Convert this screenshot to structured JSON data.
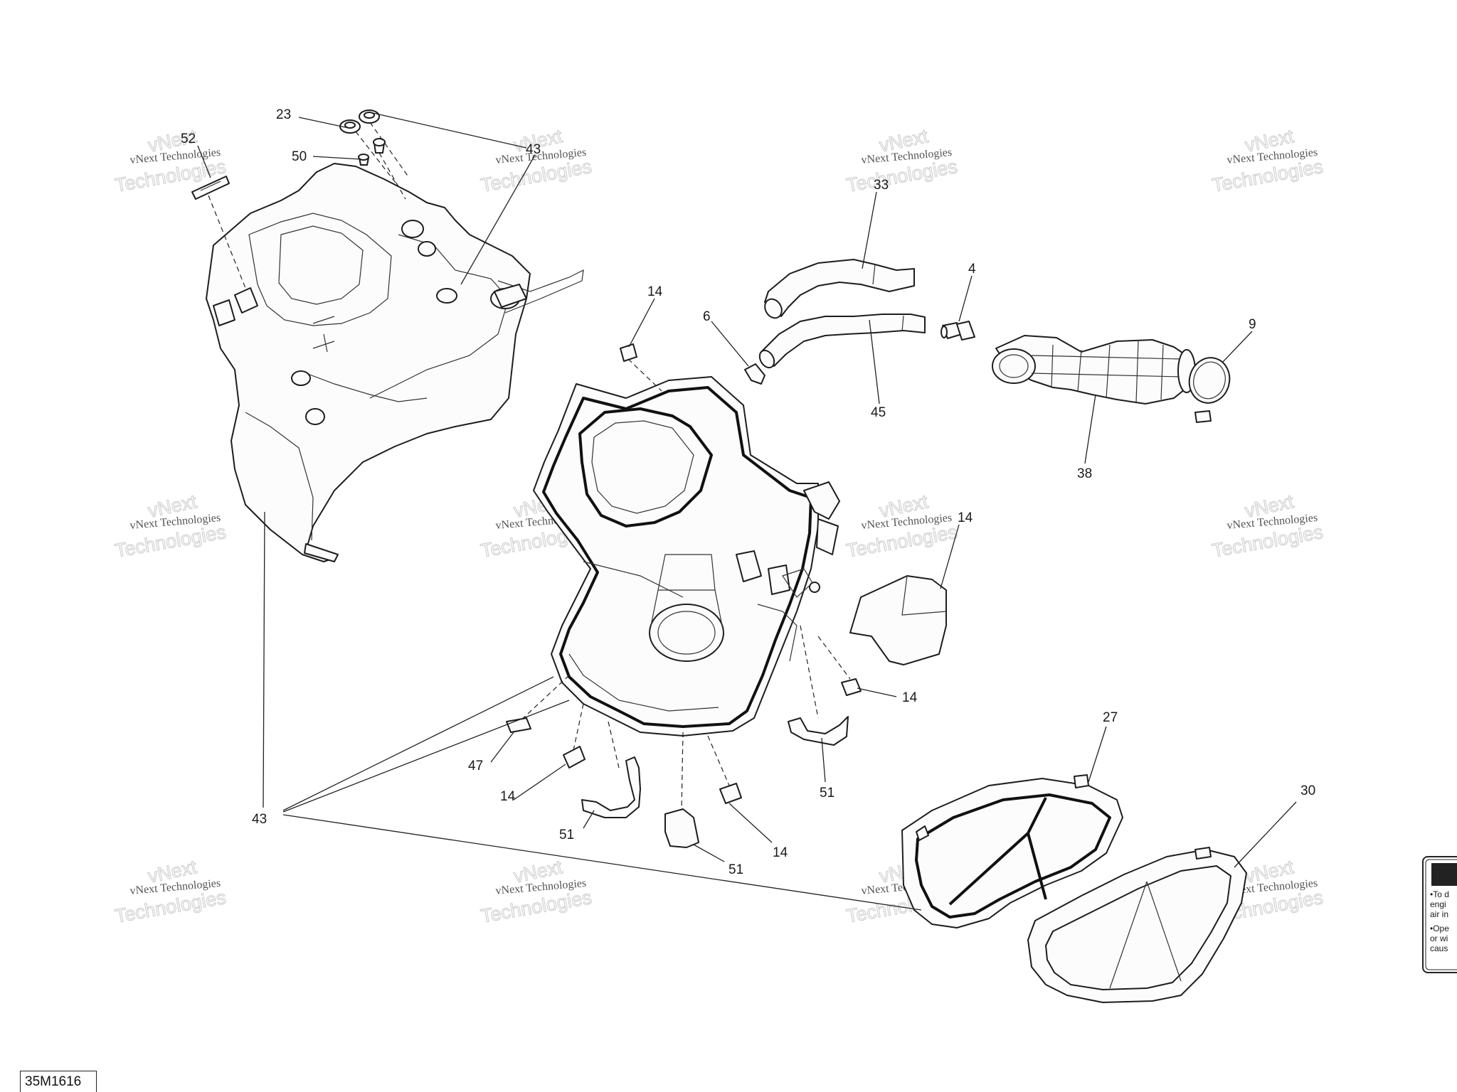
{
  "figure_id": "35M1616",
  "watermark": {
    "line1": "vNext Technologies",
    "line2": "Technologies",
    "arc_text": "vNext"
  },
  "callouts": [
    "52",
    "23",
    "50",
    "43",
    "33",
    "4",
    "9",
    "14",
    "6",
    "45",
    "38",
    "14",
    "14",
    "47",
    "14",
    "51",
    "51",
    "43",
    "51",
    "14",
    "27",
    "30"
  ],
  "decal_text": [
    "•To d",
    "engi",
    "air in",
    "•Ope",
    "or wi",
    "caus"
  ],
  "colors": {
    "line": "#1d1d1d",
    "watermark": "#cfcfcf",
    "background": "#ffffff"
  }
}
